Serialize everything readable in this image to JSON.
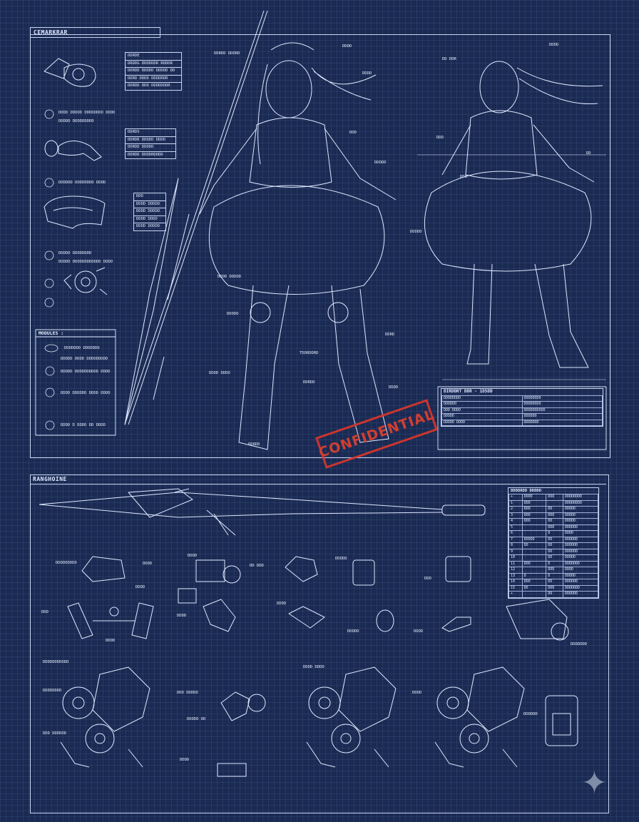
{
  "top_panel": {
    "title": "CEMARKRAR",
    "callout_boxes": [
      {
        "title": "DDRDE",
        "rows": [
          "DRDDG DDDDDDR RDDDR",
          "DDRDD DDDDD DDDDD DD",
          "DDRD DDDD DDDDRDR",
          "DDRDD DDD DDDDDDDR"
        ]
      },
      {
        "title": "DDRDS",
        "rows": [
          "DDRDR DDDDD DDDD",
          "DDRDD DDDDD",
          "DDRDD DDDDRDDDD"
        ]
      },
      {
        "title": "DDD",
        "rows": [
          "DDDD DDDDD",
          "DDDD DDDDD",
          "DDDD DDDD",
          "DDDD DDDDD"
        ]
      }
    ],
    "step_notes": [
      "DDDD DDDDD DDDDDDDD DDDD",
      "DDDDDD DDDDDDDD DDDD",
      "DDDDD DDDDDDDD",
      "DDDDD DDDDDDDDDDDD DDDD",
      "DDDDD DDDDDDDDD"
    ],
    "figure_labels": [
      "DDRDD DDDRD",
      "DDDD",
      "DDDD",
      "DDD",
      "DDDDD",
      "DDDDD",
      "DDDD DDDDD",
      "DDDDD",
      "DDRD",
      "TDDRDDRD",
      "DDRDD",
      "DDDD DDDD",
      "DDDD",
      "DDRDD"
    ],
    "side_labels": [
      "DD DDR",
      "DDDD",
      "DDD",
      "DD",
      "DDD"
    ],
    "modules_box": {
      "title": "MODULES :",
      "items": [
        "DDDDDDD DDDDDDD",
        "DDDDD DDDD DDDDDDDDD",
        "DDDDD DDDDDDDDDD DDDD",
        "DDDD DDDDDD DDDD DDDD",
        "DDDD D DDDD DD DDDD"
      ]
    },
    "spec_table": {
      "title": "DIRDDRT DDR - 1DSDD",
      "rows": [
        [
          "DDDDDDDD",
          "DDDDDDDD"
        ],
        [
          "DDDDDD",
          "DDDDDDDD"
        ],
        [
          "DDD DDDD",
          "DDDDDDDDDD"
        ],
        [
          "DDDDD",
          "DDDDDD"
        ],
        [
          "DDDDD DDDD",
          "DDDDDDD"
        ]
      ]
    },
    "stamp": "CONFIDENTIAL"
  },
  "bottom_panel": {
    "title": "RANGHOINE",
    "parts_table": {
      "title": "DDDDRDD DDDDD",
      "rows": [
        [
          "+",
          "DDDD",
          "DDD",
          "DDDDDDDD"
        ],
        [
          "1",
          "DDD",
          "",
          "DDDDDDDD"
        ],
        [
          "2",
          "DDD",
          "DD",
          "DDDDD"
        ],
        [
          "3",
          "DDD",
          "DDD",
          "DDDDD"
        ],
        [
          "4",
          "DDD",
          "DD",
          "DDDDD"
        ],
        [
          "5",
          "",
          "DDD",
          "DDDDDD"
        ],
        [
          "6",
          "",
          "D",
          "DDDD"
        ],
        [
          "7",
          "DDDDD",
          "DD",
          "DDDDDD"
        ],
        [
          "8",
          "DD",
          "DD",
          "DDDDDD"
        ],
        [
          "9",
          "",
          "DD",
          "DDDDDD"
        ],
        [
          "10",
          "",
          "DD",
          "DDDDD"
        ],
        [
          "11",
          "DDD",
          "D",
          "DDDDDDD"
        ],
        [
          "12",
          "",
          "DDD",
          "DDDD"
        ],
        [
          "13",
          "D",
          "D",
          "DDDDD"
        ],
        [
          "14",
          "DDD",
          "DD",
          "DDDDDD"
        ],
        [
          "15",
          "DD",
          "DDD",
          "DDDDDDD"
        ],
        [
          "+",
          "",
          "DD",
          "DDDDDD"
        ]
      ]
    },
    "part_labels": [
      "DDDDDDDDD",
      "DDDD",
      "DDDD",
      "DDDD",
      "DD DDD",
      "DDD",
      "DDDD",
      "DDDD",
      "DDDDD",
      "DDD",
      "DDDD",
      "DDDDD",
      "DDDD",
      "DDDDDDD",
      "DDDDDDDDDDD",
      "DDDD DDDD",
      "DDDDDDDD",
      "DDD DDDDD",
      "DDDDD DD",
      "DDDD",
      "DDDDDD",
      "DDD DDDDDD",
      "DDDD"
    ]
  },
  "colors": {
    "background": "#1a2a52",
    "line": "#dfe8ff",
    "stamp": "#d9362b"
  }
}
